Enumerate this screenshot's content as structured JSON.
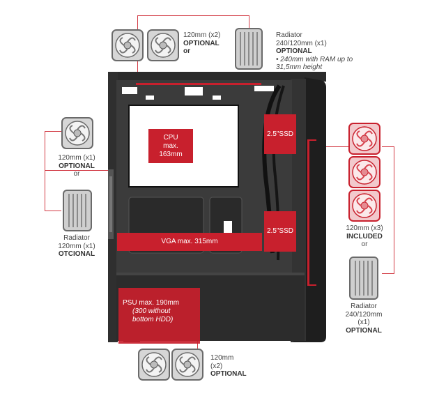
{
  "colors": {
    "accent": "#c8202d",
    "case_body": "#2a2a2a",
    "panel": "#3a3a3a",
    "fan_gray": "#cfcfcf",
    "fan_red": "#e0404a"
  },
  "top_fans": {
    "size": "120mm (x2)",
    "note": "OPTIONAL",
    "or": "or"
  },
  "top_radiator": {
    "title": "Radiator",
    "size": "240/120mm (x1)",
    "note": "OPTIONAL",
    "detail": "• 240mm with RAM up to 31,5mm height"
  },
  "rear": {
    "size": "120mm (x1)",
    "note": "OPTIONAL",
    "or": "or",
    "rad_title": "Radiator",
    "rad_size": "120mm (x1)",
    "rad_note": "OTCIONAL"
  },
  "front": {
    "size": "120mm (x3)",
    "note": "INCLUDED",
    "or": "or",
    "rad_title": "Radiator",
    "rad_size": "240/120mm",
    "rad_count": "(x1)",
    "rad_note": "OPTIONAL"
  },
  "bottom": {
    "size": "120mm",
    "count": "(x2)",
    "note": "OPTIONAL"
  },
  "specs": {
    "cpu": "CPU max. 163mm",
    "ssd_top": "2.5\"SSD",
    "ssd_bottom": "2.5\"SSD",
    "vga": "VGA max. 315mm",
    "psu_title": "PSU max. 190mm",
    "psu_note": "(300 without bottom HDD)"
  },
  "icons": [
    "fan-icon",
    "radiator-icon"
  ]
}
